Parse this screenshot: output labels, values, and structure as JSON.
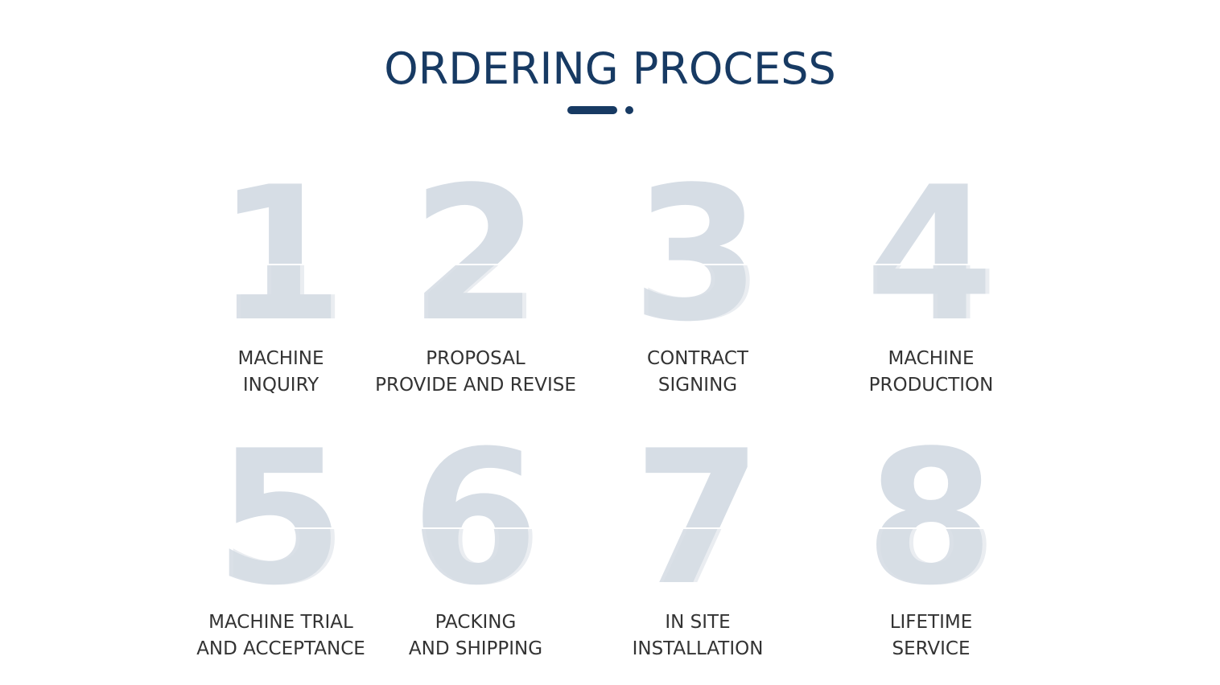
{
  "title": "ORDERING PROCESS",
  "colors": {
    "title": "#173a63",
    "number": "#d6dde5",
    "label": "#333333"
  },
  "steps": [
    {
      "number": "1",
      "line1": "MACHINE",
      "line2": "INQUIRY"
    },
    {
      "number": "2",
      "line1": "PROPOSAL",
      "line2": "PROVIDE AND REVISE"
    },
    {
      "number": "3",
      "line1": "CONTRACT",
      "line2": "SIGNING"
    },
    {
      "number": "4",
      "line1": "MACHINE",
      "line2": "PRODUCTION"
    },
    {
      "number": "5",
      "line1": "MACHINE TRIAL",
      "line2": "AND ACCEPTANCE"
    },
    {
      "number": "6",
      "line1": "PACKING",
      "line2": "AND SHIPPING"
    },
    {
      "number": "7",
      "line1": "IN SITE",
      "line2": "INSTALLATION"
    },
    {
      "number": "8",
      "line1": "LIFETIME",
      "line2": "SERVICE"
    }
  ]
}
